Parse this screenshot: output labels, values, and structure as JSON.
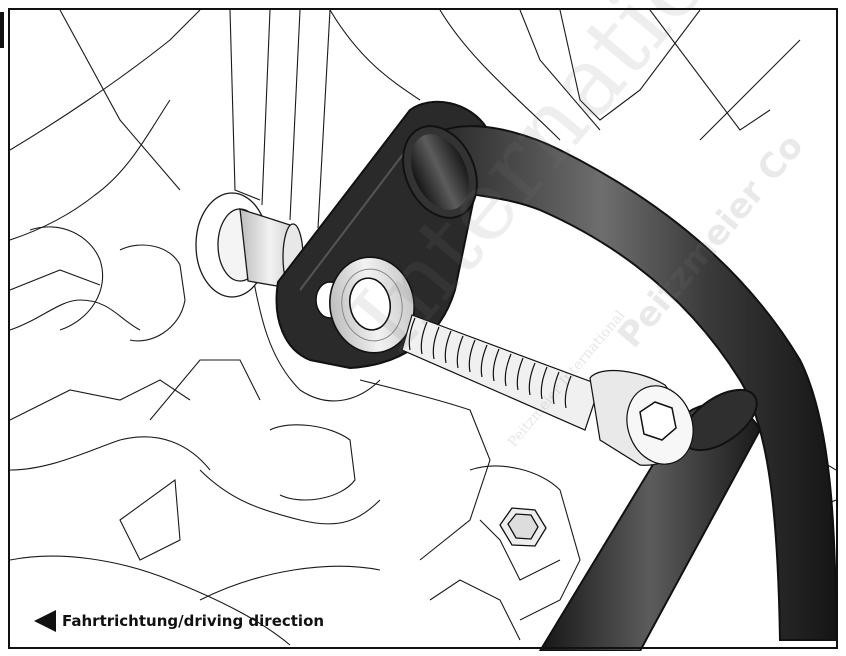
{
  "figure": {
    "direction_label": "Fahrtrichtung/driving direction",
    "watermark_main": "International",
    "watermark_brand": "Peitzmeier Co",
    "watermark_small": "Peitzmeier International"
  },
  "colors": {
    "line": "#1a1a1a",
    "tube_dark": "#2b2b2b",
    "tube_light": "#7a7a7a",
    "part_light": "#e6e6e6"
  },
  "icons": {
    "direction_arrow": "arrow-left-icon"
  }
}
